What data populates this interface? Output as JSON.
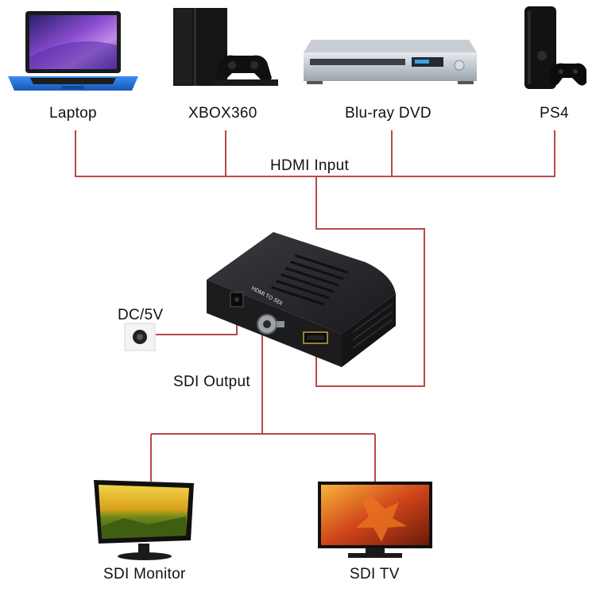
{
  "devices": {
    "laptop": "Laptop",
    "xbox360": "XBOX360",
    "bluray_dvd": "Blu-ray DVD",
    "ps4": "PS4",
    "dc_power": "DC/5V",
    "sdi_monitor": "SDI Monitor",
    "sdi_tv": "SDI TV"
  },
  "connections": {
    "hdmi_input": "HDMI Input",
    "sdi_output": "SDI Output"
  },
  "converter": {
    "top_text": "HDMI TO SDI"
  },
  "colors": {
    "wire": "#b84a4a",
    "device_dark": "#1b1b1e",
    "laptop_screen": "#6b3fb5",
    "laptop_base": "#1f6fd6"
  }
}
